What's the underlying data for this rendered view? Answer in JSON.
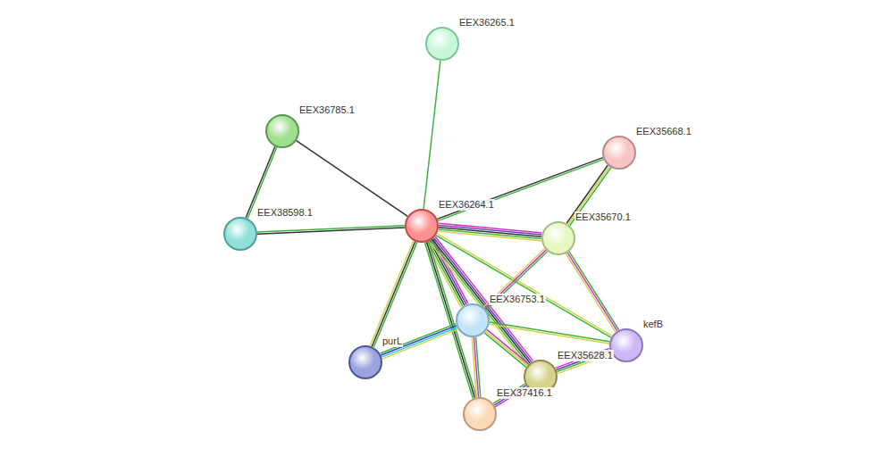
{
  "diagram": {
    "nodes": [
      {
        "text": [
          "EEX36265.1"
        ]
      },
      {
        "text": [
          "EEX36785.1"
        ]
      },
      {
        "text": [
          "EEX35668.1"
        ]
      },
      {
        "text": [
          "EEX36264.1"
        ]
      },
      {
        "text": [
          "EEX38598.1"
        ]
      },
      {
        "text": [
          "EEX35670.1"
        ]
      },
      {
        "text": [
          "EEX36753.1"
        ]
      },
      {
        "text": [
          "purL"
        ]
      },
      {
        "text": [
          "kefB"
        ]
      },
      {
        "text": [
          "EEX35628.1"
        ]
      },
      {
        "text": [
          "EEX37416.1"
        ]
      }
    ],
    "edges": [
      {
        "from": 0,
        "to": 3,
        "arrow": "none"
      },
      {
        "from": 1,
        "to": 3,
        "arrow": "none"
      },
      {
        "from": 1,
        "to": 4,
        "arrow": "none"
      },
      {
        "from": 4,
        "to": 3,
        "arrow": "none"
      },
      {
        "from": 2,
        "to": 3,
        "arrow": "none"
      },
      {
        "from": 2,
        "to": 5,
        "arrow": "none"
      },
      {
        "from": 3,
        "to": 5,
        "arrow": "none"
      },
      {
        "from": 3,
        "to": 6,
        "arrow": "none"
      },
      {
        "from": 3,
        "to": 7,
        "arrow": "none"
      },
      {
        "from": 3,
        "to": 9,
        "arrow": "none"
      },
      {
        "from": 3,
        "to": 10,
        "arrow": "none"
      },
      {
        "from": 3,
        "to": 8,
        "arrow": "none"
      },
      {
        "from": 5,
        "to": 6,
        "arrow": "none"
      },
      {
        "from": 5,
        "to": 8,
        "arrow": "none"
      },
      {
        "from": 6,
        "to": 7,
        "arrow": "none"
      },
      {
        "from": 6,
        "to": 8,
        "arrow": "none"
      },
      {
        "from": 6,
        "to": 9,
        "arrow": "none"
      },
      {
        "from": 6,
        "to": 10,
        "arrow": "none"
      },
      {
        "from": 9,
        "to": 10,
        "arrow": "none"
      },
      {
        "from": 9,
        "to": 8,
        "arrow": "none"
      }
    ]
  }
}
